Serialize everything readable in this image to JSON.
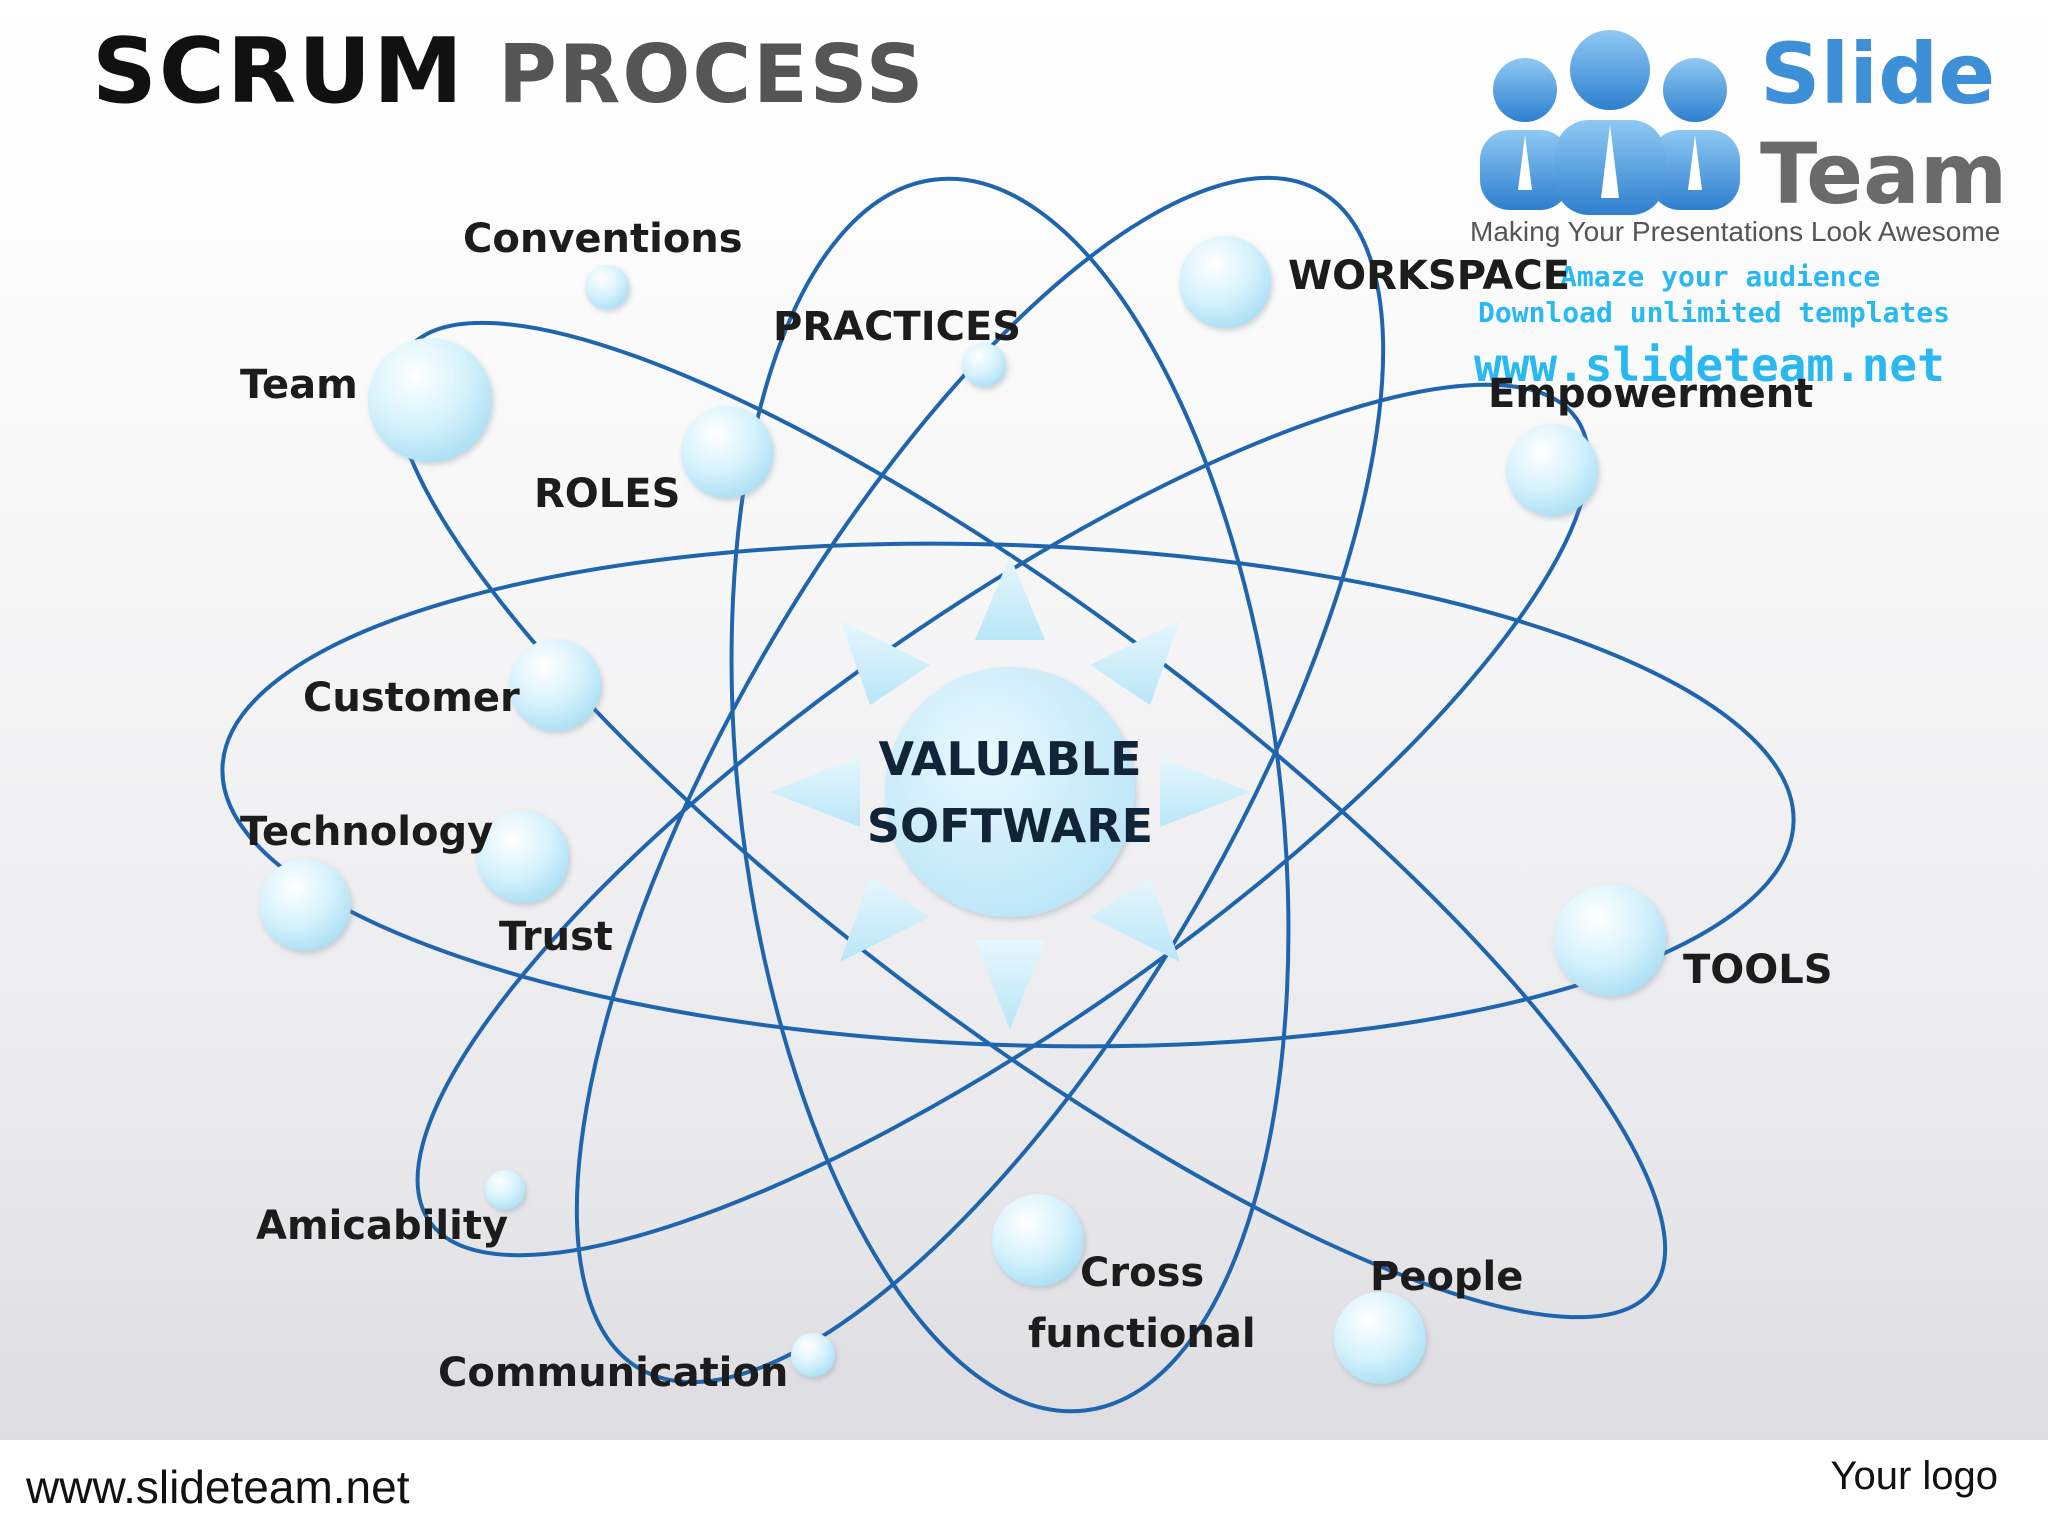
{
  "slide": {
    "title_bold": "SCRUM",
    "title_rest": "PROCESS"
  },
  "brand_logo": {
    "word_top": "Slide",
    "word_bottom": "Team",
    "tagline": "Making Your Presentations Look Awesome",
    "promo_line1": "Amaze your audience",
    "promo_line2": "Download unlimited templates",
    "promo_url": "www.slideteam.net",
    "icon": "people-group-icon",
    "color_primary": "#3d8fd8",
    "color_promo": "#29b9f0"
  },
  "diagram": {
    "center_line1": "VALUABLE",
    "center_line2": "SOFTWARE",
    "center_color": "#cdeefb",
    "orbit_color": "#1f65ad",
    "node_color": "#d6f2fc",
    "labels": {
      "conventions": "Conventions",
      "practices": "PRACTICES",
      "workspace": "WORKSPACE",
      "empowerment": "Empowerment",
      "team": "Team",
      "roles": "ROLES",
      "customer": "Customer",
      "technology": "Technology",
      "trust": "Trust",
      "tools": "TOOLS",
      "amicability": "Amicability",
      "cross_line1": "Cross",
      "cross_line2": "functional",
      "people": "People",
      "communication": "Communication"
    }
  },
  "footer": {
    "url": "www.slideteam.net",
    "logo_placeholder": "Your logo"
  }
}
